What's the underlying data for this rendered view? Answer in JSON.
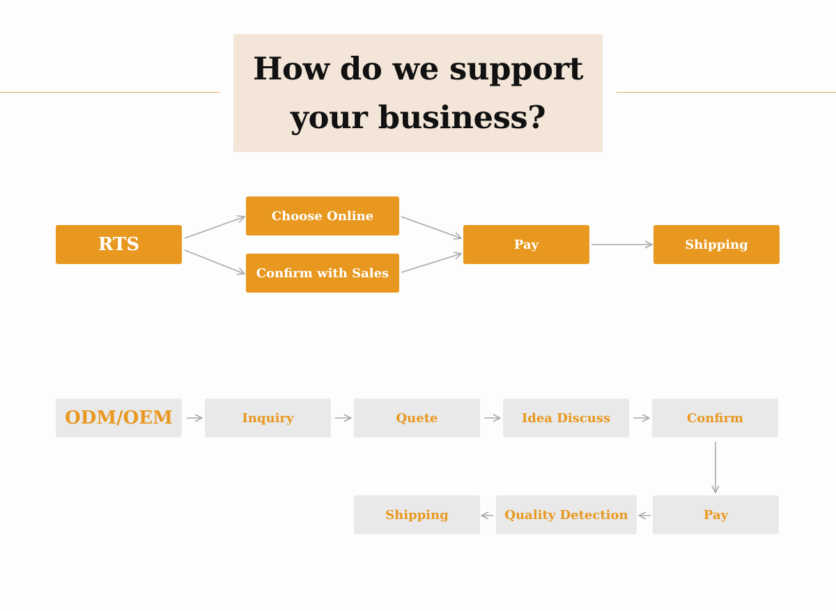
{
  "title": {
    "line1": "How do we support",
    "line2": "your business?"
  },
  "rts_flow": {
    "start": "RTS",
    "option_a": "Choose Online",
    "option_b": "Confirm with Sales",
    "pay": "Pay",
    "shipping": "Shipping"
  },
  "odm_flow": {
    "start": "ODM/OEM",
    "steps_row1": [
      "Inquiry",
      "Quete",
      "Idea Discuss",
      "Confirm"
    ],
    "steps_row2": [
      "Pay",
      "Quality Detection",
      "Shipping"
    ]
  },
  "colors": {
    "accent": "#e8981f",
    "title_bg": "#f3e6d8",
    "grey_box": "#e9e9e9",
    "arrow": "#a8a8a8",
    "rule": "#e5b24a"
  }
}
